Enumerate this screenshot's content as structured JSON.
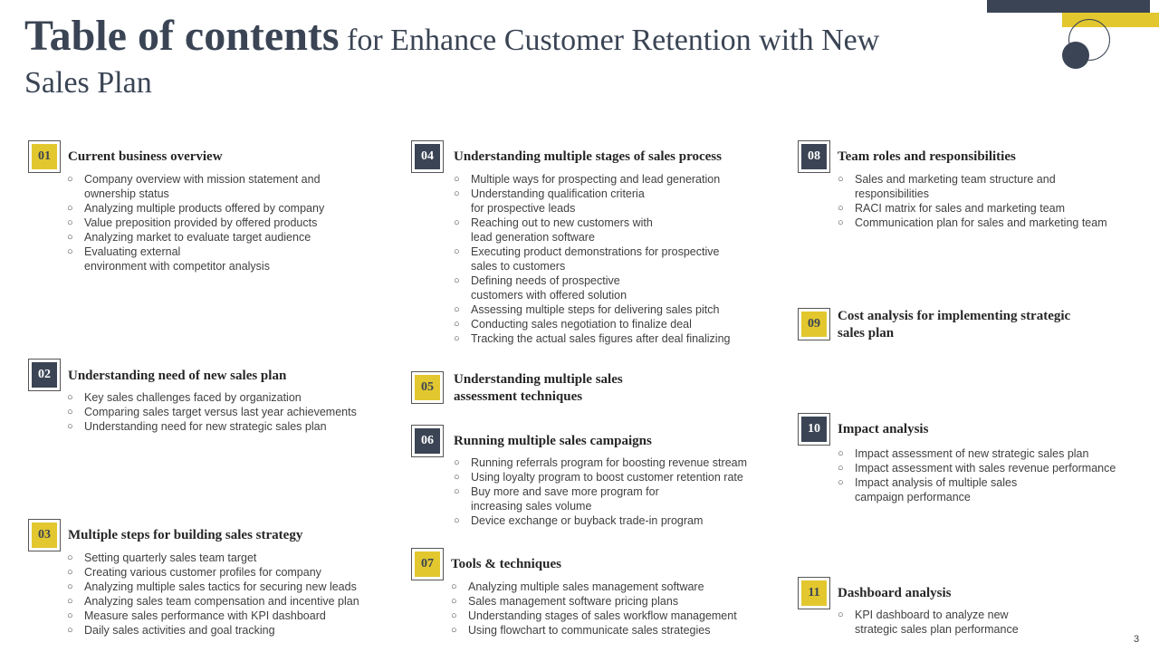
{
  "title": {
    "bold": "Table of contents",
    "rest": "for Enhance Customer Retention with New Sales Plan"
  },
  "sections": [
    {
      "number": "01",
      "title": "Current business overview",
      "items": [
        "Company overview  with mission statement and\nownership status",
        "Analyzing multiple products offered  by company",
        "Value preposition  provided  by offered  products",
        "Analyzing market to evaluate  target audience",
        "Evaluating external\nenvironment  with competitor analysis"
      ]
    },
    {
      "number": "02",
      "title": "Understanding need of new sales plan",
      "items": [
        "Key sales challenges faced by organization",
        "Comparing  sales target versus  last year achievements",
        "Understanding  need for new strategic sales plan"
      ]
    },
    {
      "number": "03",
      "title": "Multiple steps for building sales strategy",
      "items": [
        "Setting quarterly sales team target",
        "Creating various  customer profiles for company",
        "Analyzing multiple sales tactics for securing new leads",
        "Analyzing sales team compensation and incentive  plan",
        "Measure sales performance  with KPI dashboard",
        "Daily sales activities and goal tracking"
      ]
    },
    {
      "number": "04",
      "title": "Understanding multiple stages of sales process",
      "items": [
        "Multiple ways for prospecting and lead generation",
        "Understanding  qualification criteria\nfor prospective  leads",
        "Reaching  out to new customers with\nlead generation  software",
        "Executing product demonstrations for prospective\nsales to customers",
        "Defining  needs of prospective\ncustomers with offered  solution",
        "Assessing multiple steps for delivering  sales pitch",
        "Conducting  sales negotiation  to finalize deal",
        "Tracking  the actual sales figures  after deal finalizing"
      ]
    },
    {
      "number": "05",
      "title": "Understanding multiple sales\nassessment techniques",
      "items": []
    },
    {
      "number": "06",
      "title": "Running multiple sales campaigns",
      "items": [
        "Running  referrals  program  for boosting revenue  stream",
        "Using loyalty program  to boost customer retention rate",
        "Buy more and  save  more  program  for\nincreasing sales volume",
        "Device  exchange  or buyback trade-in  program"
      ]
    },
    {
      "number": "07",
      "title": "Tools & techniques",
      "items": [
        "Analyzing multiple sales management  software",
        "Sales management  software pricing plans",
        "Understanding  stages of sales workflow  management",
        "Using flowchart to communicate sales strategies"
      ]
    },
    {
      "number": "08",
      "title": "Team roles and responsibilities",
      "items": [
        "Sales and marketing team structure and\nresponsibilities",
        "RACI matrix for sales and marketing team",
        "Communication  plan for sales and marketing team"
      ]
    },
    {
      "number": "09",
      "title": "Cost analysis for implementing strategic\nsales plan",
      "items": []
    },
    {
      "number": "10",
      "title": "Impact analysis",
      "items": [
        "Impact assessment of new strategic sales plan",
        "Impact assessment with sales revenue  performance",
        "Impact analysis of multiple sales\ncampaign performance"
      ]
    },
    {
      "number": "11",
      "title": "Dashboard analysis",
      "items": [
        "KPI dashboard  to analyze new\nstrategic sales plan performance"
      ]
    }
  ],
  "page_number": "3",
  "colors": {
    "dark": "#3a4454",
    "yellow": "#e3c72e"
  }
}
